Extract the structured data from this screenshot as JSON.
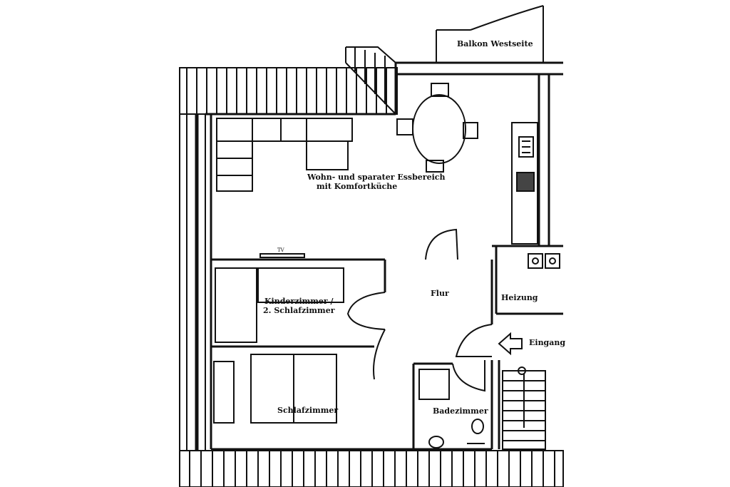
{
  "rooms": {
    "balkon": "Balkon Westseite",
    "wohn_line1": "Wohn- und sparater Essbereich",
    "wohn_line2": "mit Komfortküche",
    "kinder_line1": "Kinderzimmer /",
    "kinder_line2": "2. Schlafzimmer",
    "flur": "Flur",
    "heizung": "Heizung",
    "eingang": "Eingang",
    "schlaf": "Schlafzimmer",
    "bad": "Badezimmer"
  },
  "fixtures": {
    "tv": "TV"
  },
  "colors": {
    "line": "#111111",
    "background": "#ffffff"
  }
}
